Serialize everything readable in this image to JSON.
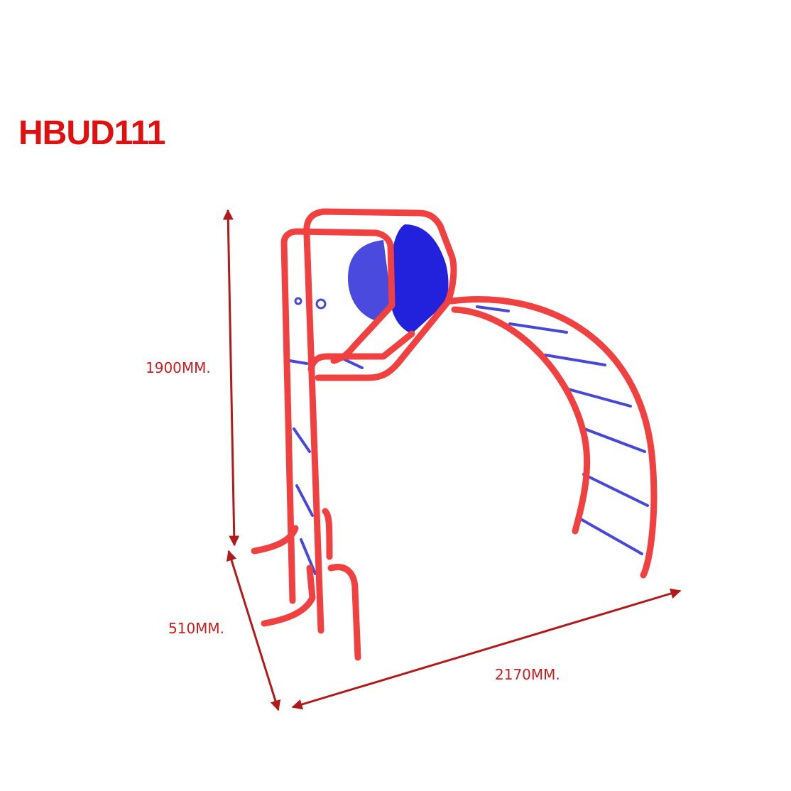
{
  "product": {
    "code": "HBUD111"
  },
  "dimensions": {
    "height": "1900MM.",
    "depth": "510MM.",
    "width": "2170MM."
  },
  "colors": {
    "code_text": "#e01010",
    "dimension_text": "#c81e1e",
    "dimension_arrow": "#b01a1a",
    "frame": "#f04040",
    "frame_light": "#ff8a8a",
    "rungs": "#4747d8",
    "panel": "#2222dd"
  }
}
